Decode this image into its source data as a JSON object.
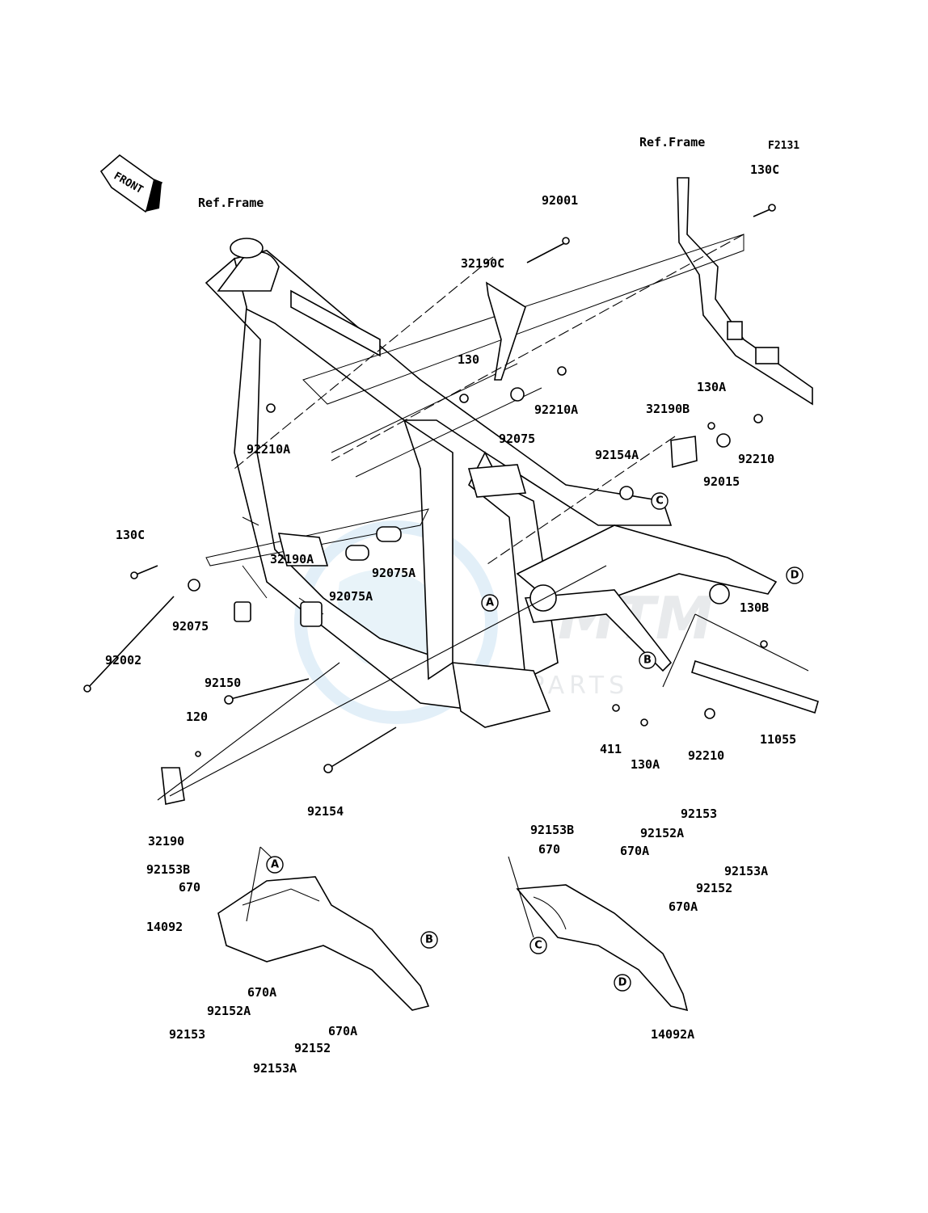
{
  "figure_code": "F2131",
  "front_label": "FRONT",
  "watermark_text": "MOTOPARTS",
  "callout_letters": {
    "a": "A",
    "b": "B",
    "c": "C",
    "d": "D"
  },
  "part_labels": {
    "ref_frame_main": "Ref.Frame",
    "ref_frame_rear": "Ref.Frame",
    "p92001": "92001",
    "p32190c": "32190C",
    "p130c_top": "130C",
    "p130": "130",
    "p92210a_right": "92210A",
    "p92075_top": "92075",
    "p92210a_left": "92210A",
    "p130a_top": "130A",
    "p32190b": "32190B",
    "p92210_top": "92210",
    "p92154a": "92154A",
    "p92015": "92015",
    "p130c_left": "130C",
    "p32190a": "32190A",
    "p92075a_upper": "92075A",
    "p92075a_lower": "92075A",
    "p92075_left": "92075",
    "p92002": "92002",
    "p130b": "130B",
    "p92150": "92150",
    "p120": "120",
    "p411": "411",
    "p130a_bottom": "130A",
    "p92210_bottom": "92210",
    "p11055": "11055",
    "p92154": "92154",
    "p32190": "32190",
    "p92153b_left": "92153B",
    "p670_left": "670",
    "p14092": "14092",
    "p670a_l1": "670A",
    "p92152a_left": "92152A",
    "p92153_left": "92153",
    "p92152_left": "92152",
    "p670a_l2": "670A",
    "p92153a_left": "92153A",
    "p92153b_right": "92153B",
    "p670_right": "670",
    "p92153_right": "92153",
    "p92152a_right": "92152A",
    "p670a_r1": "670A",
    "p92153a_right": "92153A",
    "p92152_right": "92152",
    "p670a_r2": "670A",
    "p14092a": "14092A"
  }
}
